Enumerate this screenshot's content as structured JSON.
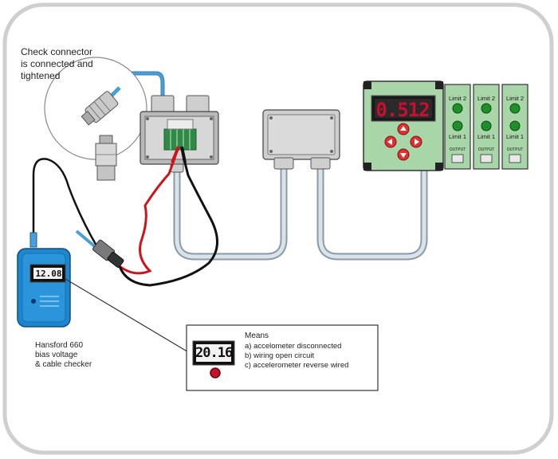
{
  "callout": {
    "line1": "Check connector",
    "line2": "is connected and",
    "line3": "tightened"
  },
  "checker": {
    "readout": "12.08",
    "caption_line1": "Hansford 660",
    "caption_line2": "bias voltage",
    "caption_line3": "& cable checker"
  },
  "controller": {
    "readout": "0.512"
  },
  "limit_modules": [
    {
      "limit2": "Limit 2",
      "limit1": "Limit 1",
      "output": "OUTPUT"
    },
    {
      "limit2": "Limit 2",
      "limit1": "Limit 1",
      "output": "OUTPUT"
    },
    {
      "limit2": "Limit 2",
      "limit1": "Limit 1",
      "output": "OUTPUT"
    }
  ],
  "means_box": {
    "readout": "20.16",
    "title": "Means",
    "line_a": "a) accelometer disconnected",
    "line_b": "b) wiring open circuit",
    "line_c": "c) accelerometer reverse wired"
  },
  "colors": {
    "cable_blue": "#4a9fd8",
    "probe_red": "#d0121b",
    "probe_black": "#111111",
    "checker_body": "#1e86cf",
    "controller_green": "#a9d6a9",
    "led_green": "#1f8f2a",
    "frame_border": "#cfcfcf"
  }
}
